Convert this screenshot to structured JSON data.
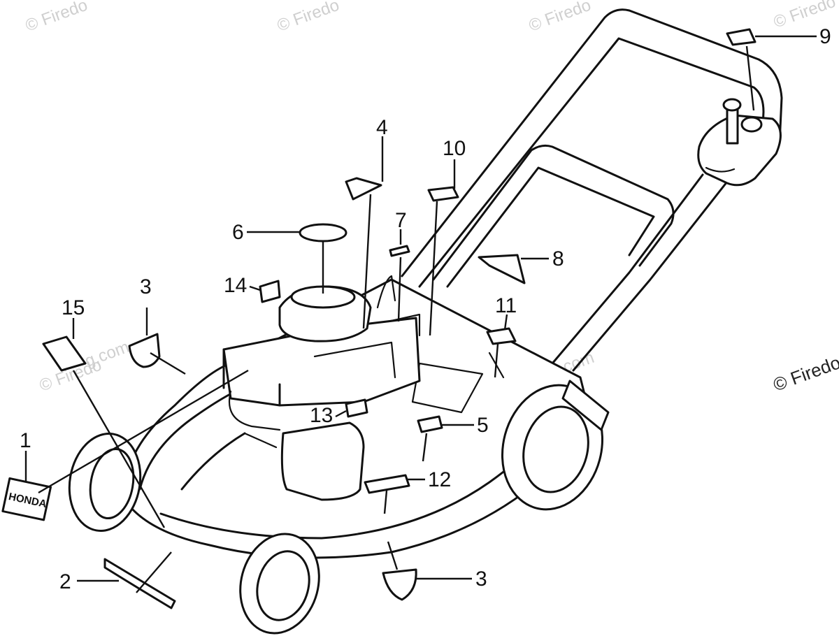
{
  "diagram": {
    "callouts": [
      "1",
      "2",
      "3",
      "3",
      "4",
      "5",
      "6",
      "7",
      "8",
      "9",
      "10",
      "11",
      "12",
      "13",
      "14",
      "15"
    ],
    "decal_text": "HONDA",
    "watermark": "© Firedog",
    "watermark_short": "© Firedo",
    "watermark_domain": "g.com"
  }
}
